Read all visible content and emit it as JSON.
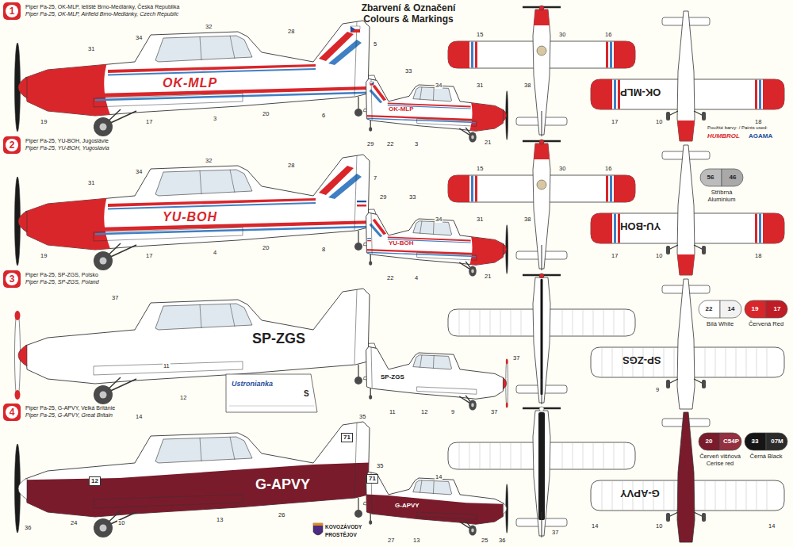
{
  "diagram": {
    "title": "Zbarvení & Označení Colours & Markings",
    "nodes": [
      {
        "text": [
          "1"
        ]
      },
      {
        "text": [
          "2"
        ]
      },
      {
        "text": [
          "56",
          "46",
          "Stříbrná Aluminium"
        ]
      },
      {
        "text": [
          "3"
        ]
      },
      {
        "text": [
          "22",
          "14",
          "Bílá White"
        ]
      },
      {
        "text": [
          "19",
          "17",
          "Červená Red"
        ]
      },
      {
        "text": [
          "4"
        ]
      },
      {
        "text": [
          "20",
          "C54P",
          "Červeň višňová Cerise red"
        ]
      },
      {
        "text": [
          "33",
          "07M",
          "Černá Black"
        ]
      }
    ],
    "labels": [
      "Piper Pa-25, OK-MLP, letiště Brno-Medlánky, Česká Republika",
      "Piper Pa-25, OK-MLP, Airfield Brno-Medlánky, Czech Republic",
      "31",
      "34",
      "32",
      "28",
      "5",
      "OK-MLP",
      "19",
      "17",
      "3",
      "20",
      "6",
      "33",
      "34",
      "31",
      "OK-MLP",
      "29",
      "22",
      "3",
      "21",
      "15",
      "30",
      "16",
      "38",
      "OK-MLP",
      "17",
      "10",
      "18",
      "Použité barvy: / Paints used:",
      "HUMBROL",
      "AGAMA",
      "Piper Pa-25, YU-BOH, Jugoslávie",
      "Piper Pa-25, YU-BOH, Yugoslavia",
      "31",
      "34",
      "32",
      "28",
      "7",
      "YU-BOH",
      "19",
      "17",
      "4",
      "20",
      "8",
      "29",
      "33",
      "34",
      "31",
      "YU-BOH",
      "22",
      "4",
      "21",
      "15",
      "30",
      "16",
      "38",
      "YU-BOH",
      "17",
      "10",
      "18",
      "Piper Pa-25, SP-ZGS, Polsko",
      "Piper Pa-25, SP-ZGS, Poland",
      "37",
      "SP-ZGS",
      "11",
      "12",
      "Ustronianka",
      "S",
      "SP-ZGS",
      "11",
      "12",
      "9",
      "37",
      "37",
      "SP-ZGS",
      "9",
      "Piper Pa-25, G-APVY, Velká Británie",
      "Piper Pa-25, G-APVY, Great Britain",
      "14",
      "35",
      "71",
      "12",
      "G-APVY",
      "36",
      "24",
      "10",
      "13",
      "26",
      "35",
      "71",
      "G-APVY",
      "27",
      "13",
      "25",
      "36",
      "14",
      "37",
      "14",
      "G-APVY",
      "10",
      "14",
      "KOVOZÁVODY",
      "PROSTĚJOV"
    ]
  }
}
